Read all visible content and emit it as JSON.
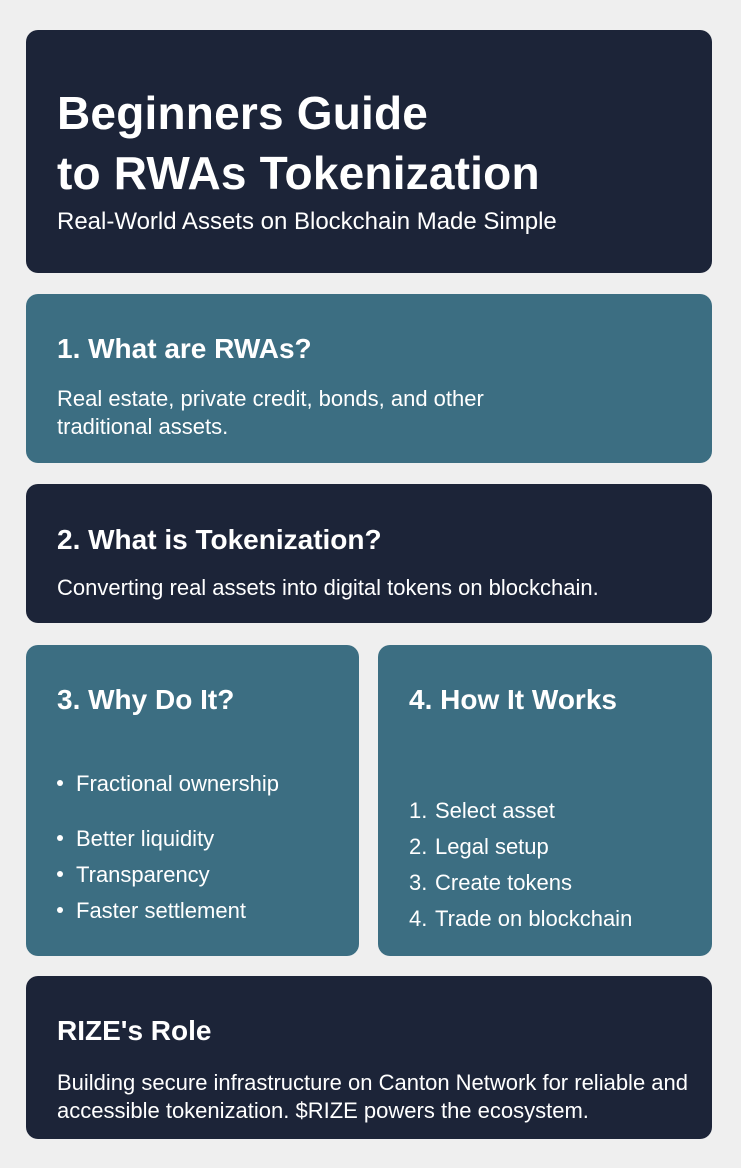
{
  "header": {
    "title_line1": "Beginners Guide",
    "title_line2": "to RWAs Tokenization",
    "subtitle": "Real-World Assets on Blockchain Made Simple"
  },
  "sections": {
    "what_are_rwas": {
      "heading": "1. What are RWAs?",
      "body": "Real estate, private credit, bonds, and other traditional assets."
    },
    "what_is_tokenization": {
      "heading": "2. What is Tokenization?",
      "body": "Converting real assets into digital tokens on blockchain."
    },
    "why_do_it": {
      "heading": "3. Why Do It?",
      "bullets": [
        "Fractional ownership",
        "Better liquidity",
        "Transparency",
        "Faster settlement"
      ]
    },
    "how_it_works": {
      "heading": "4. How It Works",
      "steps": [
        {
          "num": "1.",
          "text": "Select asset"
        },
        {
          "num": "2.",
          "text": "Legal setup"
        },
        {
          "num": "3.",
          "text": "Create tokens"
        },
        {
          "num": "4.",
          "text": "Trade on blockchain"
        }
      ]
    },
    "rize_role": {
      "heading": "RIZE's Role",
      "body": "Building secure infrastructure on Canton Network for reliable and accessible tokenization. $RIZE powers the ecosystem."
    }
  },
  "colors": {
    "page_background": "#efefef",
    "dark_card": "#1c2438",
    "teal_card": "#3c6e82",
    "text": "#ffffff"
  }
}
